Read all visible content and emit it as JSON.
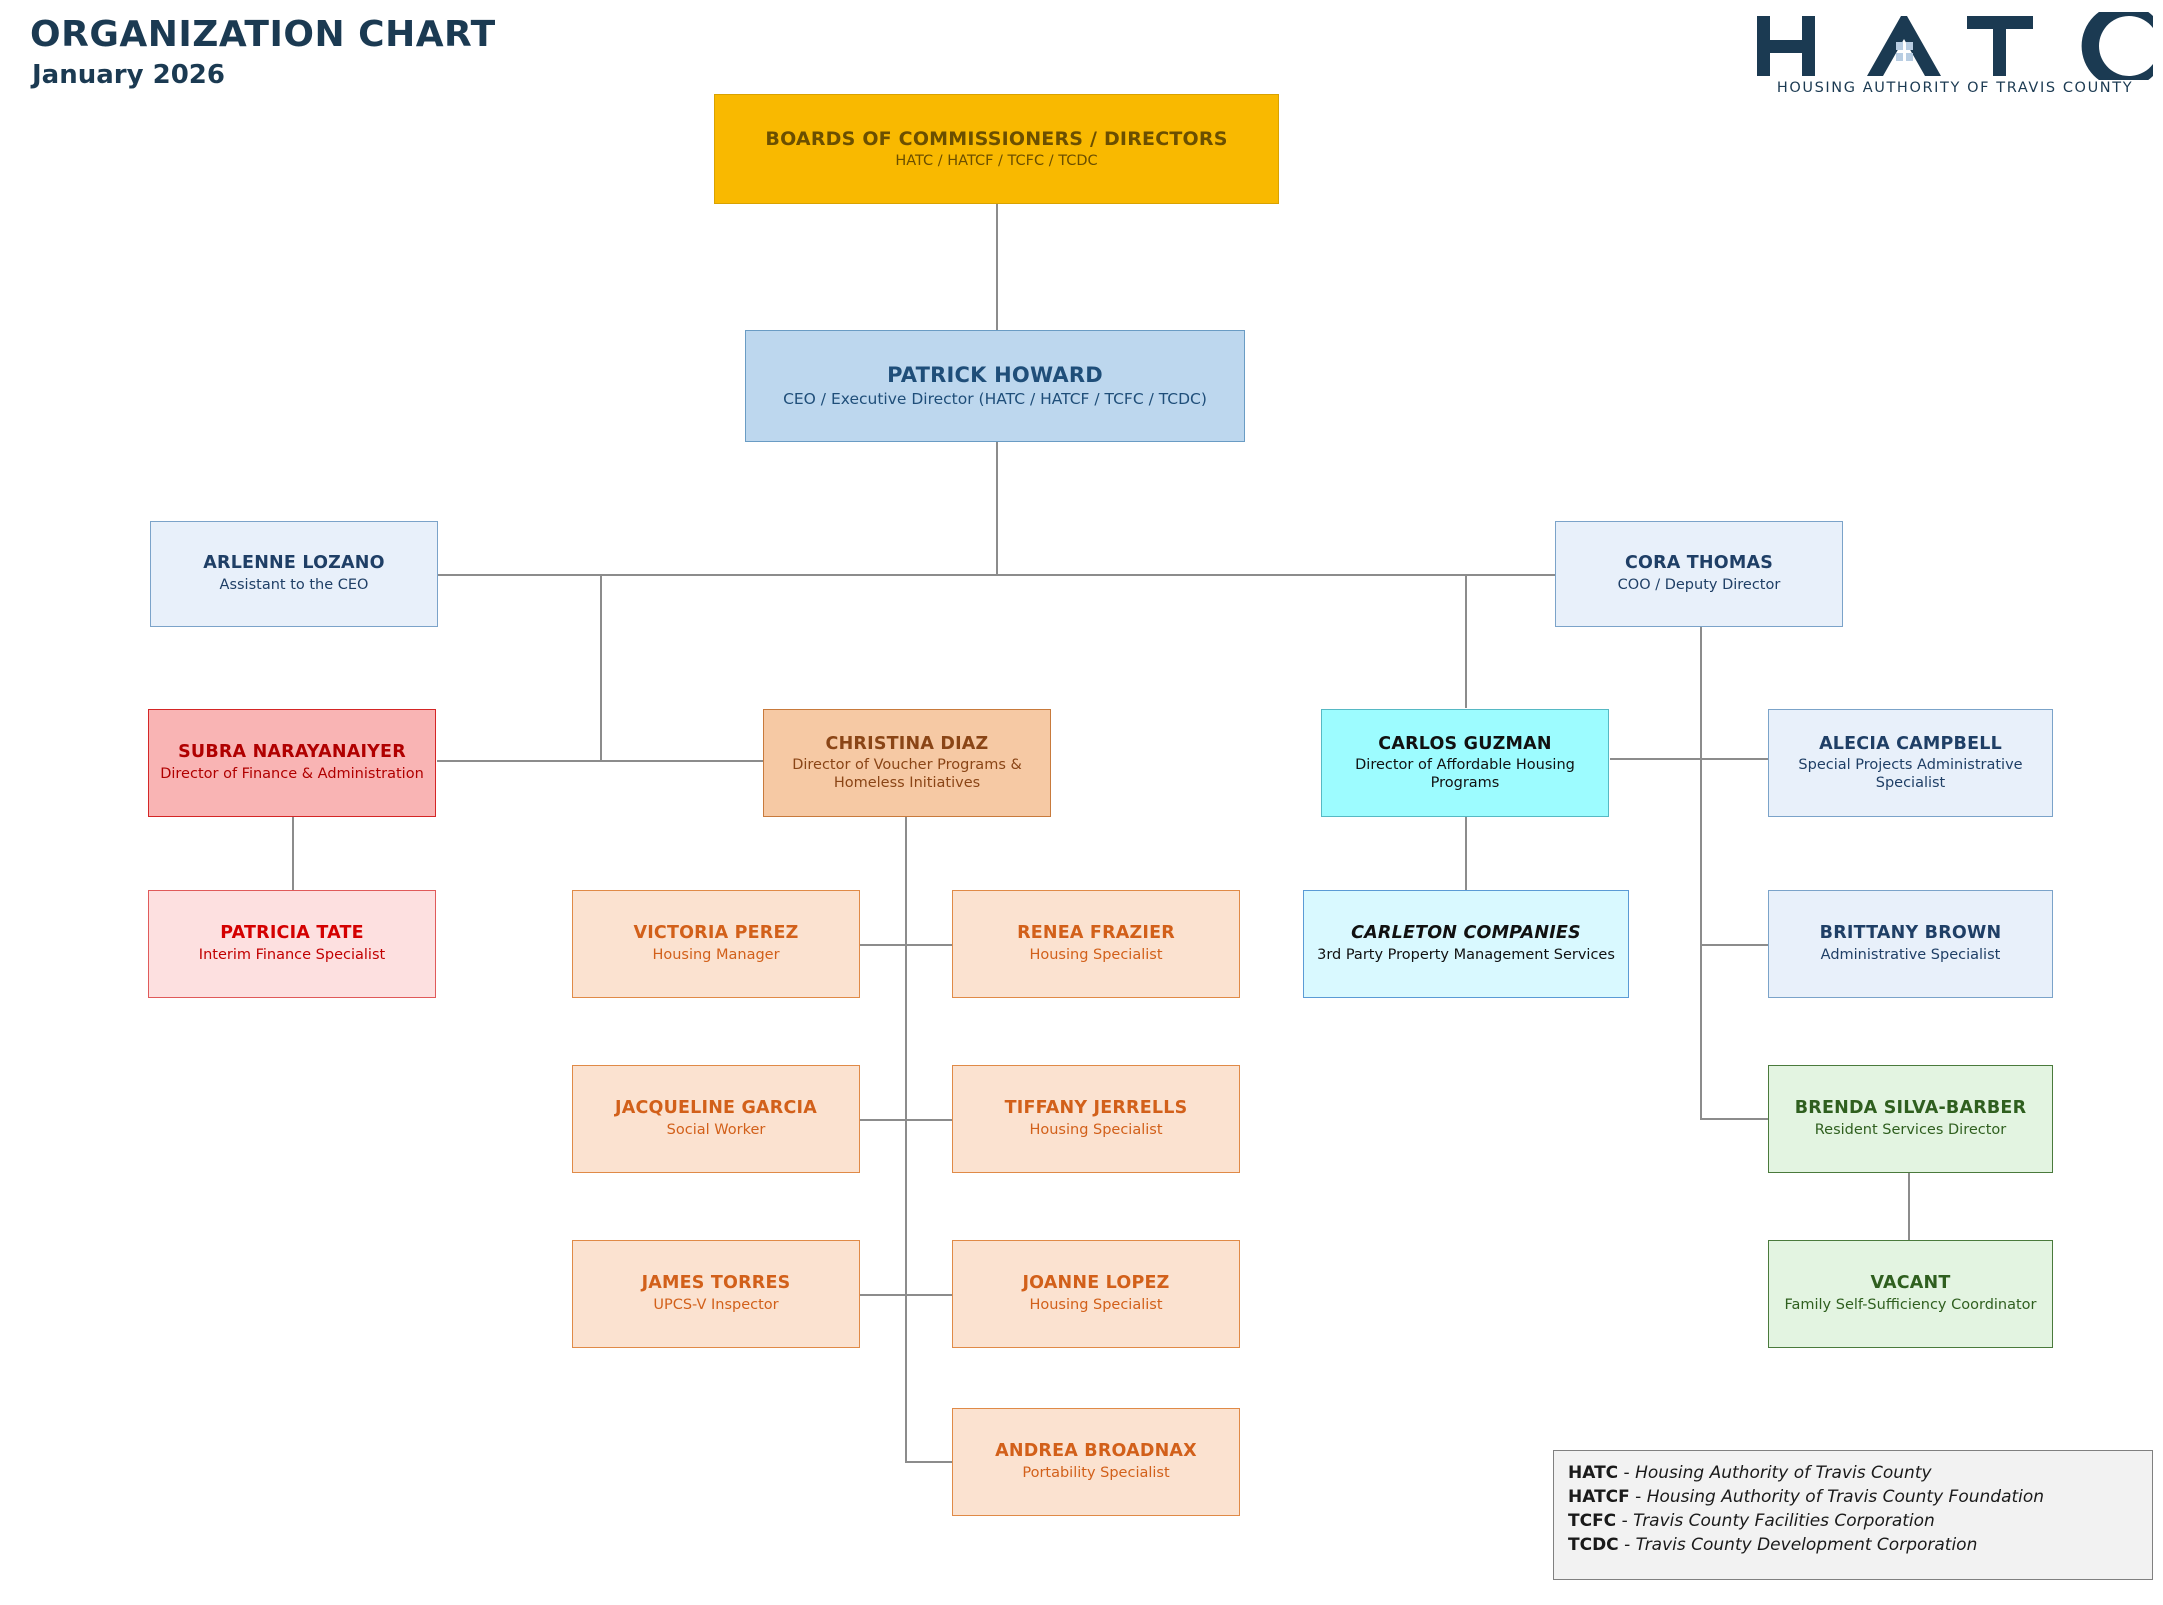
{
  "header": {
    "title": "ORGANIZATION CHART",
    "subtitle": "January 2026"
  },
  "logo": {
    "mark_text": "HATC",
    "tagline": "HOUSING AUTHORITY OF TRAVIS COUNTY",
    "color": "#1b3a52",
    "window_color": "#b8cde2"
  },
  "nodes": {
    "boards": {
      "name": "BOARDS OF COMMISSIONERS / DIRECTORS",
      "title": "HATC / HATCF / TCFC / TCDC",
      "color": "#f9b900"
    },
    "ceo": {
      "name": "PATRICK HOWARD",
      "title": "CEO / Executive Director (HATC / HATCF / TCFC / TCDC)",
      "color": "#bdd7ee"
    },
    "assistant": {
      "name": "ARLENNE LOZANO",
      "title": "Assistant to the CEO",
      "color": "#e8f0fa"
    },
    "coo": {
      "name": "CORA THOMAS",
      "title": "COO / Deputy Director",
      "color": "#e8f0fa"
    },
    "finance_director": {
      "name": "SUBRA NARAYANAIYER",
      "title": "Director of Finance & Administration",
      "color": "#f9b4b4"
    },
    "finance_specialist": {
      "name": "PATRICIA TATE",
      "title": "Interim Finance Specialist",
      "color": "#fde0e0"
    },
    "voucher_director": {
      "name": "CHRISTINA DIAZ",
      "title": "Director of Voucher Programs & Homeless Initiatives",
      "color": "#f6c9a4"
    },
    "housing_director": {
      "name": "CARLOS GUZMAN",
      "title": "Director of Affordable Housing Programs",
      "color": "#9dfcff"
    },
    "carleton": {
      "name": "CARLETON COMPANIES",
      "title": "3rd Party Property Management Services",
      "color": "#d9f9ff"
    },
    "special_projects": {
      "name": "ALECIA CAMPBELL",
      "title": "Special Projects Administrative Specialist",
      "color": "#e8f0fa"
    },
    "admin_specialist": {
      "name": "BRITTANY BROWN",
      "title": "Administrative Specialist",
      "color": "#e8f0fa"
    },
    "resident_services": {
      "name": "BRENDA SILVA-BARBER",
      "title": "Resident Services Director",
      "color": "#e3f4e1"
    },
    "fss_coordinator": {
      "name": "VACANT",
      "title": "Family Self-Sufficiency Coordinator",
      "color": "#e3f4e1"
    },
    "housing_manager": {
      "name": "VICTORIA PEREZ",
      "title": "Housing Manager",
      "color": "#fbe2d0"
    },
    "housing_specialist_1": {
      "name": "RENEA FRAZIER",
      "title": "Housing Specialist",
      "color": "#fbe2d0"
    },
    "social_worker": {
      "name": "JACQUELINE GARCIA",
      "title": "Social Worker",
      "color": "#fbe2d0"
    },
    "housing_specialist_2": {
      "name": "TIFFANY JERRELLS",
      "title": "Housing Specialist",
      "color": "#fbe2d0"
    },
    "inspector": {
      "name": "JAMES TORRES",
      "title": "UPCS-V Inspector",
      "color": "#fbe2d0"
    },
    "housing_specialist_3": {
      "name": "JOANNE LOPEZ",
      "title": "Housing Specialist",
      "color": "#fbe2d0"
    },
    "portability_specialist": {
      "name": "ANDREA BROADNAX",
      "title": "Portability Specialist",
      "color": "#fbe2d0"
    }
  },
  "legend": {
    "rows": [
      {
        "abbr": "HATC",
        "dash": " - ",
        "full": "Housing Authority of Travis County"
      },
      {
        "abbr": "HATCF",
        "dash": " - ",
        "full": "Housing Authority of Travis County Foundation"
      },
      {
        "abbr": "TCFC",
        "dash": " - ",
        "full": "Travis County Facilities Corporation"
      },
      {
        "abbr": "TCDC",
        "dash": " - ",
        "full": "Travis County Development Corporation"
      }
    ]
  }
}
